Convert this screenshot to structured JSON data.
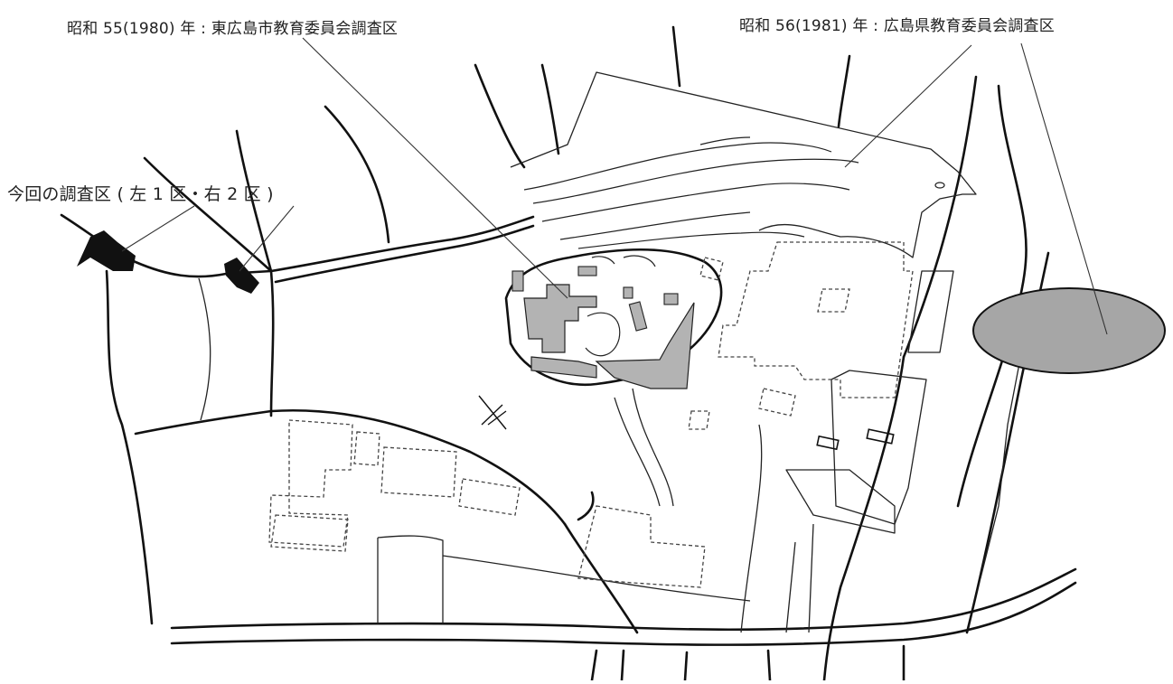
{
  "labels": {
    "survey_1980": "昭和 55(1980) 年 : 東広島市教育委員会調査区",
    "survey_1981": "昭和 56(1981) 年 : 広島県教育委員会調査区",
    "current_survey": "今回の調査区 ( 左 1 区・右 2 区 )"
  },
  "colors": {
    "current_survey_fill": "#111111",
    "survey_1980_fill": "#b3b3b3",
    "survey_1981_fill": "#a6a6a6",
    "line": "#111111"
  },
  "icons": {
    "north_arrow": "north-arrow-icon"
  }
}
